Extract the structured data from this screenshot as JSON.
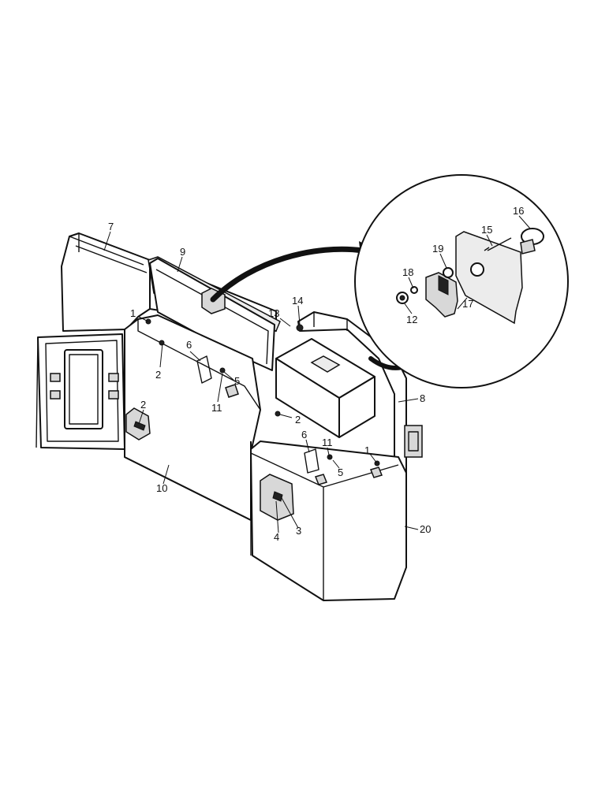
{
  "callouts": [
    {
      "id": "c7",
      "text": "7"
    },
    {
      "id": "c9",
      "text": "9"
    },
    {
      "id": "c13",
      "text": "13"
    },
    {
      "id": "c14",
      "text": "14"
    },
    {
      "id": "c1a",
      "text": "1"
    },
    {
      "id": "c2a",
      "text": "2"
    },
    {
      "id": "c6a",
      "text": "6"
    },
    {
      "id": "c5a",
      "text": "5"
    },
    {
      "id": "c11a",
      "text": "11"
    },
    {
      "id": "c2b",
      "text": "2"
    },
    {
      "id": "c2c",
      "text": "2"
    },
    {
      "id": "c10",
      "text": "10"
    },
    {
      "id": "c6b",
      "text": "6"
    },
    {
      "id": "c11b",
      "text": "11"
    },
    {
      "id": "c5b",
      "text": "5"
    },
    {
      "id": "c1b",
      "text": "1"
    },
    {
      "id": "c8",
      "text": "8"
    },
    {
      "id": "c4",
      "text": "4"
    },
    {
      "id": "c3",
      "text": "3"
    },
    {
      "id": "c20",
      "text": "20"
    },
    {
      "id": "c16",
      "text": "16"
    },
    {
      "id": "c15",
      "text": "15"
    },
    {
      "id": "c19",
      "text": "19"
    },
    {
      "id": "c18",
      "text": "18"
    },
    {
      "id": "c12",
      "text": "12"
    },
    {
      "id": "c17",
      "text": "17"
    }
  ]
}
